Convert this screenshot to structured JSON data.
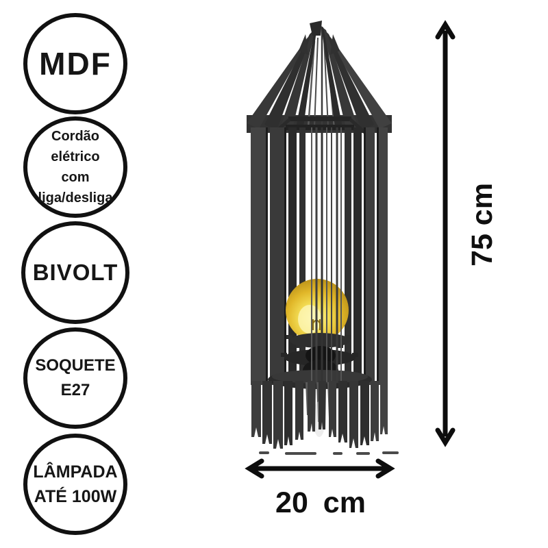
{
  "badges": [
    {
      "lines": [
        "MDF"
      ]
    },
    {
      "lines": [
        "Cordão",
        "elétrico",
        "com",
        "liga/desliga"
      ]
    },
    {
      "lines": [
        "BIVOLT"
      ]
    },
    {
      "lines": [
        "SOQUETE",
        "E27"
      ]
    },
    {
      "lines": [
        "LÂMPADA",
        "ATÉ 100W"
      ]
    }
  ],
  "dimensions": {
    "height_label": "75 cm",
    "width_label": "20 cm"
  },
  "colors": {
    "ink": "#111111",
    "lamp_slat_dark": "#2e2e2e",
    "lamp_slat_mid": "#3d3d3d",
    "lamp_slat_light": "#4a4a4a",
    "bulb_core": "#fbf4a6",
    "bulb_mid": "#f0d441",
    "bulb_rim": "#c0961b",
    "background": "#ffffff"
  }
}
